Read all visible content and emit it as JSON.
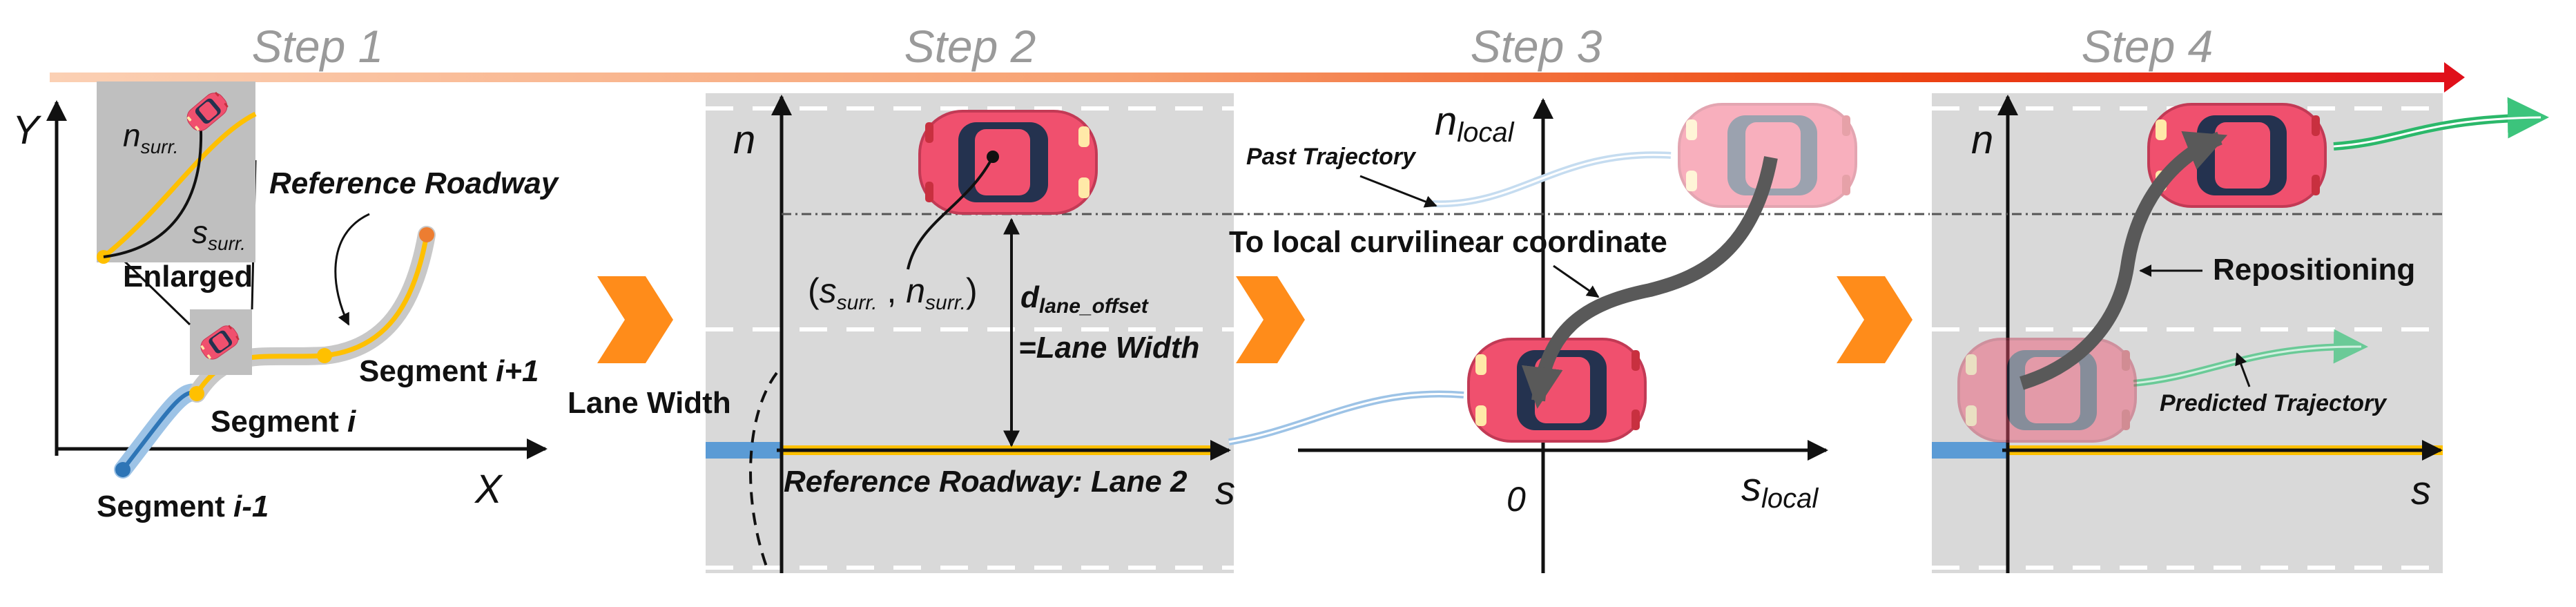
{
  "steps": [
    "Step 1",
    "Step 2",
    "Step 3",
    "Step 4"
  ],
  "step1": {
    "axis_y": "Y",
    "axis_x": "X",
    "inset_n_main": "n",
    "inset_n_sub": "surr.",
    "inset_s_main": "s",
    "inset_s_sub": "surr.",
    "enlarged": "Enlarged",
    "reference_roadway": "Reference Roadway",
    "segment_next_prefix": "Segment ",
    "segment_next_idx": "i+1",
    "segment_cur_prefix": "Segment ",
    "segment_cur_idx": "i",
    "segment_prev_prefix": "Segment ",
    "segment_prev_idx": "i-1"
  },
  "step2": {
    "axis_n": "n",
    "axis_s": "s",
    "coord_open": "(",
    "coord_s": "s",
    "coord_s_sub": "surr.",
    "coord_comma": " , ",
    "coord_n": "n",
    "coord_n_sub": "surr.",
    "coord_close": ")",
    "d_main": "d",
    "d_sub": "lane_offset",
    "d_eq": "=Lane Width",
    "lane_width": "Lane Width",
    "reference_lane": "Reference Roadway: Lane 2"
  },
  "step3": {
    "axis_n_main": "n",
    "axis_n_sub": "local",
    "axis_s_main": "s",
    "axis_s_sub": "local",
    "origin": "0",
    "past_trajectory": "Past Trajectory",
    "to_local": "To local curvilinear coordinate"
  },
  "step4": {
    "axis_n": "n",
    "axis_s": "s",
    "repositioning": "Repositioning",
    "predicted_trajectory": "Predicted Trajectory"
  },
  "colors": {
    "lane_bg": "#d9d9d9",
    "inset_bg": "#bfbfbf",
    "reference_line": "#ffc000",
    "segment_blue": "#9dc3e6",
    "chevron": "#ff8c1a",
    "car_body": "#f0506e",
    "arrow_gray": "#595959",
    "predicted_green": "#3cc47c"
  }
}
